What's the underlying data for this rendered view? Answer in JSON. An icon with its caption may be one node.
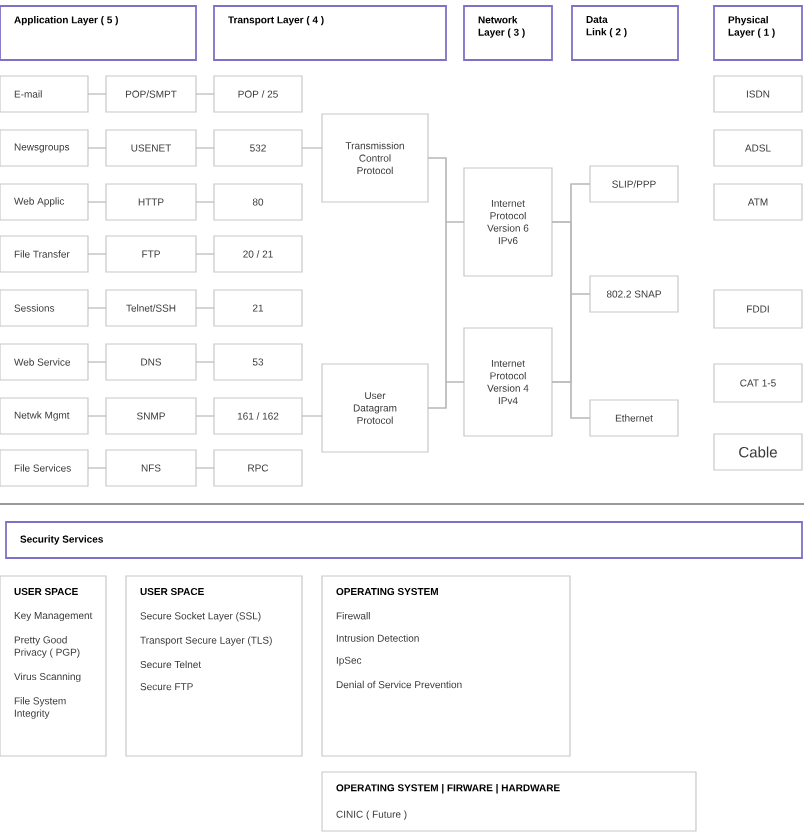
{
  "diagram": {
    "nodes": [
      {
        "text": [
          "Application Layer ( 5 )"
        ]
      },
      {
        "text": [
          "Transport Layer ( 4 )"
        ]
      },
      {
        "text": [
          "Network Layer ( 3 )"
        ]
      },
      {
        "text": [
          "Data Link ( 2 )"
        ]
      },
      {
        "text": [
          "Physical Layer ( 1 )"
        ]
      },
      {
        "text": [
          "E-mail"
        ]
      },
      {
        "text": [
          "POP/SMPT"
        ]
      },
      {
        "text": [
          "POP / 25"
        ]
      },
      {
        "text": [
          "Newsgroups"
        ]
      },
      {
        "text": [
          "USENET"
        ]
      },
      {
        "text": [
          "532"
        ]
      },
      {
        "text": [
          "Web Applic"
        ]
      },
      {
        "text": [
          "HTTP"
        ]
      },
      {
        "text": [
          "80"
        ]
      },
      {
        "text": [
          "File Transfer"
        ]
      },
      {
        "text": [
          "FTP"
        ]
      },
      {
        "text": [
          "20 / 21"
        ]
      },
      {
        "text": [
          "Sessions"
        ]
      },
      {
        "text": [
          "Telnet/SSH"
        ]
      },
      {
        "text": [
          "21"
        ]
      },
      {
        "text": [
          "Web Service"
        ]
      },
      {
        "text": [
          "DNS"
        ]
      },
      {
        "text": [
          "53"
        ]
      },
      {
        "text": [
          "Netwk Mgmt"
        ]
      },
      {
        "text": [
          "SNMP"
        ]
      },
      {
        "text": [
          "161 / 162"
        ]
      },
      {
        "text": [
          "File Services"
        ]
      },
      {
        "text": [
          "NFS"
        ]
      },
      {
        "text": [
          "RPC"
        ]
      },
      {
        "text": [
          "Transmission Control Protocol"
        ]
      },
      {
        "text": [
          "User Datagram Protocol"
        ]
      },
      {
        "text": [
          "Internet Protocol Version 6",
          "IPv6"
        ]
      },
      {
        "text": [
          "Internet Protocol Version 4",
          "IPv4"
        ]
      },
      {
        "text": [
          "SLIP/PPP"
        ]
      },
      {
        "text": [
          "802.2 SNAP"
        ]
      },
      {
        "text": [
          "Ethernet"
        ]
      },
      {
        "text": [
          "ISDN"
        ]
      },
      {
        "text": [
          "ADSL"
        ]
      },
      {
        "text": [
          "ATM"
        ]
      },
      {
        "text": [
          "FDDI"
        ]
      },
      {
        "text": [
          "CAT 1-5"
        ]
      },
      {
        "text": [
          "Cable"
        ]
      },
      {
        "text": [
          "Security Services"
        ]
      },
      {
        "text": [
          "USER SPACE",
          "Key Management",
          "Pretty Good Privacy ( PGP)",
          "Virus Scanning",
          "File System Integrity"
        ]
      },
      {
        "text": [
          "USER SPACE",
          "Secure Socket Layer (SSL)",
          "Transport Secure Layer (TLS)",
          "Secure Telnet",
          "Secure FTP"
        ]
      },
      {
        "text": [
          "OPERATING SYSTEM",
          "Firewall",
          "Intrusion Detection",
          "IpSec",
          "Denial of Service Prevention"
        ]
      },
      {
        "text": [
          "OPERATING SYSTEM | FIRWARE | HARDWARE",
          "CINIC ( Future )"
        ]
      }
    ],
    "edges": [
      {
        "from": 5,
        "to": 6,
        "arrow": "none"
      },
      {
        "from": 6,
        "to": 7,
        "arrow": "none"
      },
      {
        "from": 8,
        "to": 9,
        "arrow": "none"
      },
      {
        "from": 9,
        "to": 10,
        "arrow": "none"
      },
      {
        "from": 11,
        "to": 12,
        "arrow": "none"
      },
      {
        "from": 12,
        "to": 13,
        "arrow": "none"
      },
      {
        "from": 14,
        "to": 15,
        "arrow": "none"
      },
      {
        "from": 15,
        "to": 16,
        "arrow": "none"
      },
      {
        "from": 17,
        "to": 18,
        "arrow": "none"
      },
      {
        "from": 18,
        "to": 19,
        "arrow": "none"
      },
      {
        "from": 20,
        "to": 21,
        "arrow": "none"
      },
      {
        "from": 21,
        "to": 22,
        "arrow": "none"
      },
      {
        "from": 23,
        "to": 24,
        "arrow": "none"
      },
      {
        "from": 24,
        "to": 25,
        "arrow": "none"
      },
      {
        "from": 26,
        "to": 27,
        "arrow": "none"
      },
      {
        "from": 27,
        "to": 28,
        "arrow": "none"
      },
      {
        "from": 10,
        "to": 29,
        "arrow": "none"
      },
      {
        "from": 25,
        "to": 30,
        "arrow": "none"
      },
      {
        "from": 29,
        "to": 31,
        "arrow": "none"
      },
      {
        "from": 29,
        "to": 32,
        "arrow": "none"
      },
      {
        "from": 30,
        "to": 31,
        "arrow": "none"
      },
      {
        "from": 30,
        "to": 32,
        "arrow": "none"
      },
      {
        "from": 31,
        "to": 33,
        "arrow": "none"
      },
      {
        "from": 31,
        "to": 34,
        "arrow": "none"
      },
      {
        "from": 31,
        "to": 35,
        "arrow": "none"
      },
      {
        "from": 32,
        "to": 33,
        "arrow": "none"
      },
      {
        "from": 32,
        "to": 34,
        "arrow": "none"
      },
      {
        "from": 32,
        "to": 35,
        "arrow": "none"
      }
    ]
  }
}
